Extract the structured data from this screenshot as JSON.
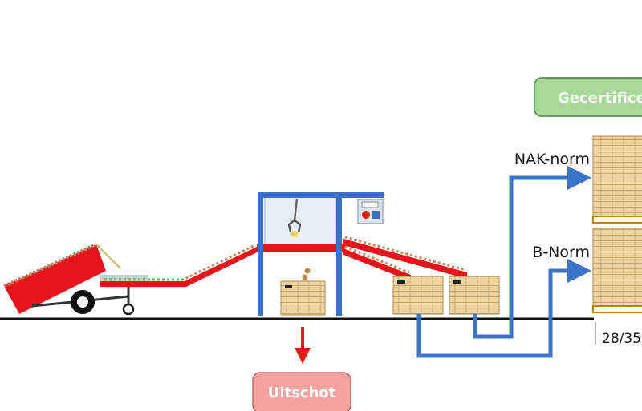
{
  "labels": {
    "certified": "Gecertifice",
    "nak_norm": "NAK-norm",
    "b_norm": "B-Norm",
    "reject": "Uitschot",
    "page_number": "28/35"
  },
  "colors": {
    "conveyor": "#e8141c",
    "frame": "#3d6fc4",
    "flow_arrow": "#3b74c8",
    "reject_arrow": "#e0201c",
    "certified_box": "#a9d89a",
    "reject_box": "#f3a1a1",
    "crate": "#ecd3a0"
  }
}
